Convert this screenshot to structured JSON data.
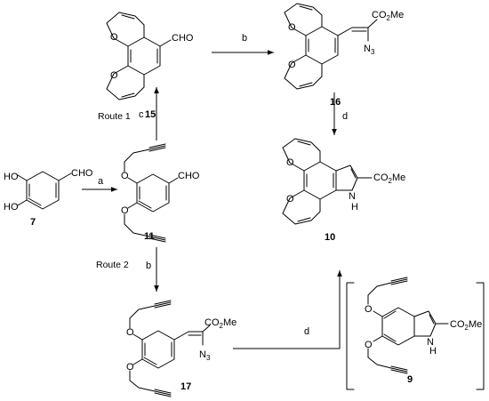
{
  "scheme": {
    "compounds": {
      "c15": {
        "number": "15",
        "cho": "CHO"
      },
      "c16": {
        "number": "16",
        "ester": "CO",
        "ester_sub": "2",
        "ester_tail": "Me",
        "azide": "N",
        "azide_sub": "3"
      },
      "c7": {
        "number": "7",
        "oh1": "HO",
        "oh2": "HO",
        "cho": "CHO"
      },
      "c11": {
        "number": "11",
        "o1": "O",
        "o2": "O",
        "cho": "CHO"
      },
      "c10": {
        "number": "10",
        "ester": "CO",
        "ester_sub": "2",
        "ester_tail": "Me",
        "nh": "N",
        "nh_h": "H",
        "o1": "O",
        "o2": "O"
      },
      "c17": {
        "number": "17",
        "ester": "CO",
        "ester_sub": "2",
        "ester_tail": "Me",
        "azide": "N",
        "azide_sub": "3",
        "o1": "O",
        "o2": "O"
      },
      "c9": {
        "number": "9",
        "ester": "CO",
        "ester_sub": "2",
        "ester_tail": "Me",
        "nh": "N",
        "nh_h": "H",
        "o1": "O",
        "o2": "O"
      }
    },
    "steps": {
      "a": "a",
      "b_top": "b",
      "c": "c",
      "d_right": "d",
      "b_down": "b",
      "d_bottom": "d"
    },
    "routes": {
      "route1": "Route 1",
      "route2": "Route 2"
    },
    "pyran_o": "O"
  }
}
